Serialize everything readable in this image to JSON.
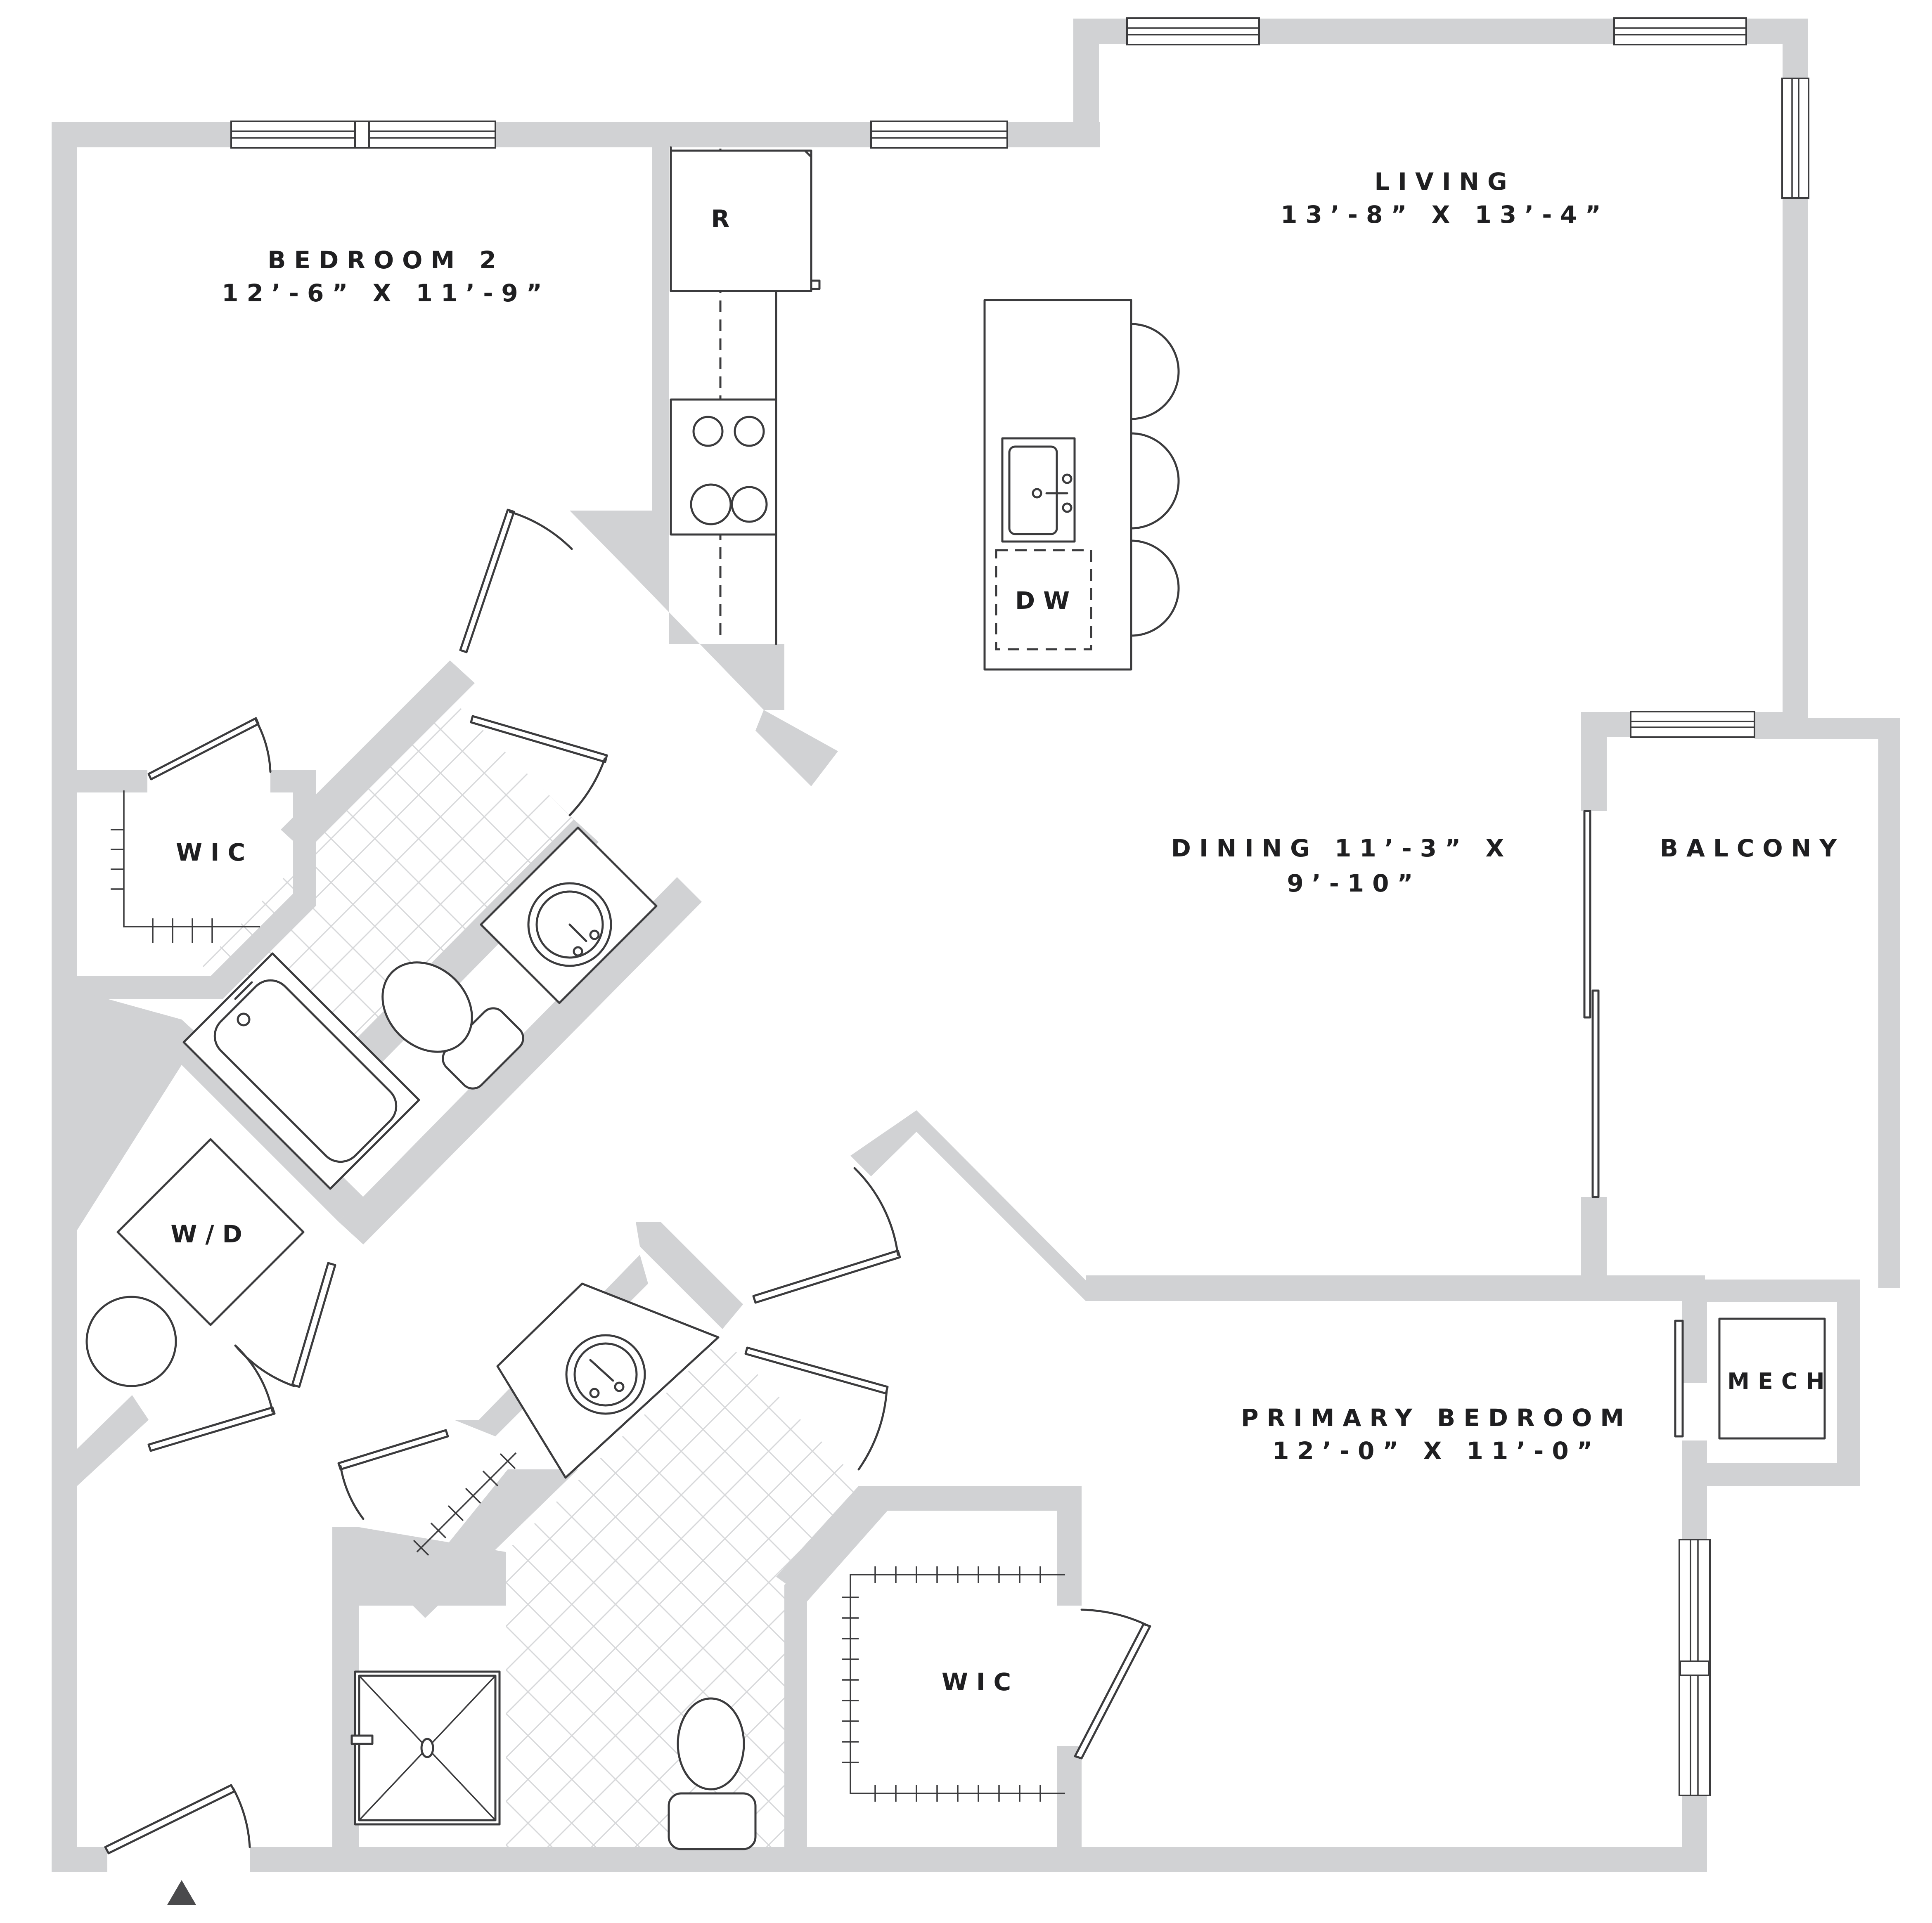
{
  "rooms": {
    "bedroom2": {
      "name": "BEDROOM 2",
      "dims": "12’-6” X 11’-9”"
    },
    "living": {
      "name": "LIVING",
      "dims": "13’-8” X 13’-4”"
    },
    "dining": {
      "line1": "DINING 11’-3” X",
      "line2": "9’-10”"
    },
    "balcony": {
      "name": "BALCONY"
    },
    "primary": {
      "name": "PRIMARY BEDROOM",
      "dims": "12’-0” X 11’-0”"
    },
    "wic_bedroom2": {
      "name": "WIC"
    },
    "wic_primary": {
      "name": "WIC"
    },
    "mech": {
      "name": "MECH"
    },
    "washer_dryer": {
      "name": "W/D"
    }
  },
  "kitchen": {
    "refrigerator": "R",
    "dishwasher": "DW"
  },
  "colors": {
    "wall": "#d1d2d4",
    "line": "#3b3b3d",
    "text": "#1f1f21",
    "entry_marker": "#4a4a4c"
  },
  "icons": [
    "entry-arrow-icon",
    "sink-icon",
    "toilet-icon",
    "bathtub-icon",
    "shower-icon",
    "stove-icon",
    "water-heater-icon",
    "bar-stool-icon"
  ]
}
